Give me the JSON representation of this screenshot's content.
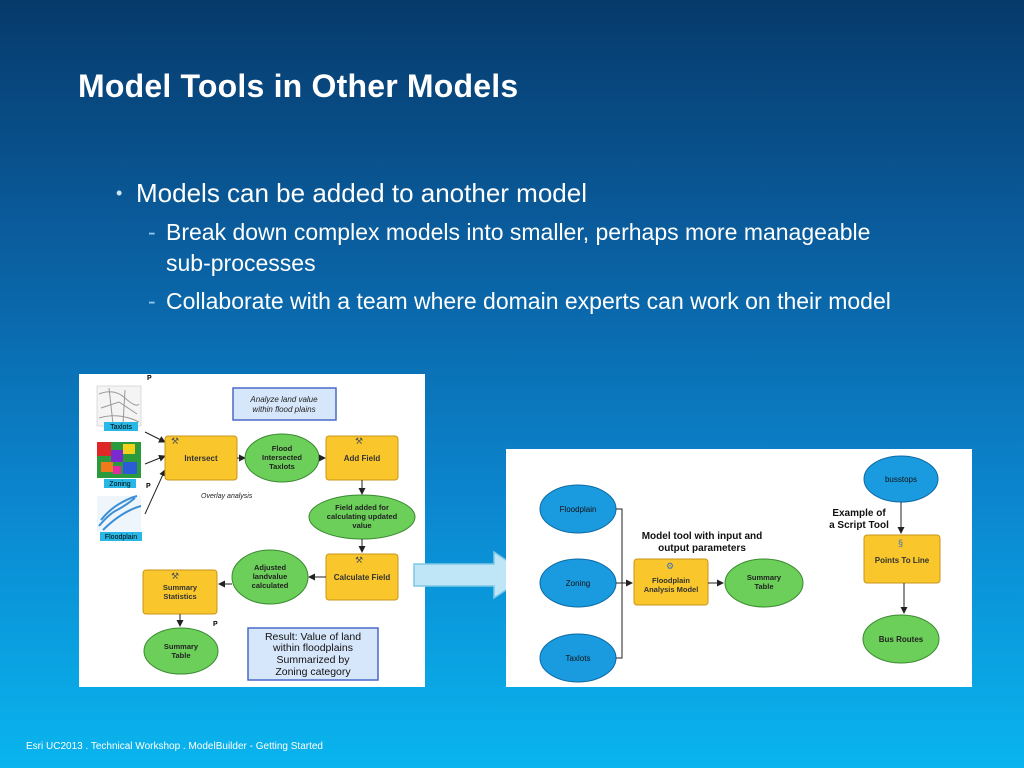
{
  "slide": {
    "title": "Model Tools in Other Models",
    "bullet": "Models can be added to another model",
    "sub_bullets": [
      "Break down complex models into smaller, perhaps more manageable sub-processes",
      "Collaborate with a team where domain experts can work on their model"
    ],
    "footer": "Esri UC2013 . Technical Workshop . ModelBuilder - Getting Started"
  },
  "left_model": {
    "inputs": [
      "Taxlots",
      "Zoning",
      "Floodplain"
    ],
    "p_label": "P",
    "note_top": [
      "Analyze land value",
      "within flood plains"
    ],
    "intersect": "Intersect",
    "flood_intersected": [
      "Flood",
      "Intersected",
      "Taxlots"
    ],
    "add_field": "Add Field",
    "overlay_label": "Overlay analysis",
    "field_added": [
      "Field added for",
      "calculating updated",
      "value"
    ],
    "calculate_field": "Calculate Field",
    "adjusted": [
      "Adjusted",
      "landvalue",
      "calculated"
    ],
    "summary_statistics": [
      "Summary",
      "Statistics"
    ],
    "summary_table": [
      "Summary",
      "Table"
    ],
    "result_note": [
      "Result:  Value of land",
      "within floodplains",
      "Summarized by",
      "Zoning category"
    ]
  },
  "right_model": {
    "floodplain": "Floodplain",
    "zoning": "Zoning",
    "taxlots": "Taxlots",
    "model_tool_label": [
      "Model tool with input and",
      "output parameters"
    ],
    "analysis_model": [
      "Floodplain",
      "Analysis Model"
    ],
    "summary_table": [
      "Summary",
      "Table"
    ],
    "busstops": "busstops",
    "script_label": [
      "Example of",
      "a Script Tool"
    ],
    "points_to_line": "Points To Line",
    "bus_routes": "Bus Routes"
  },
  "colors": {
    "tool_fill": "#f9c72c",
    "output_fill": "#6ccf5a",
    "input_fill": "#1a9be0",
    "arrow_fill": "#bfe6f6"
  }
}
